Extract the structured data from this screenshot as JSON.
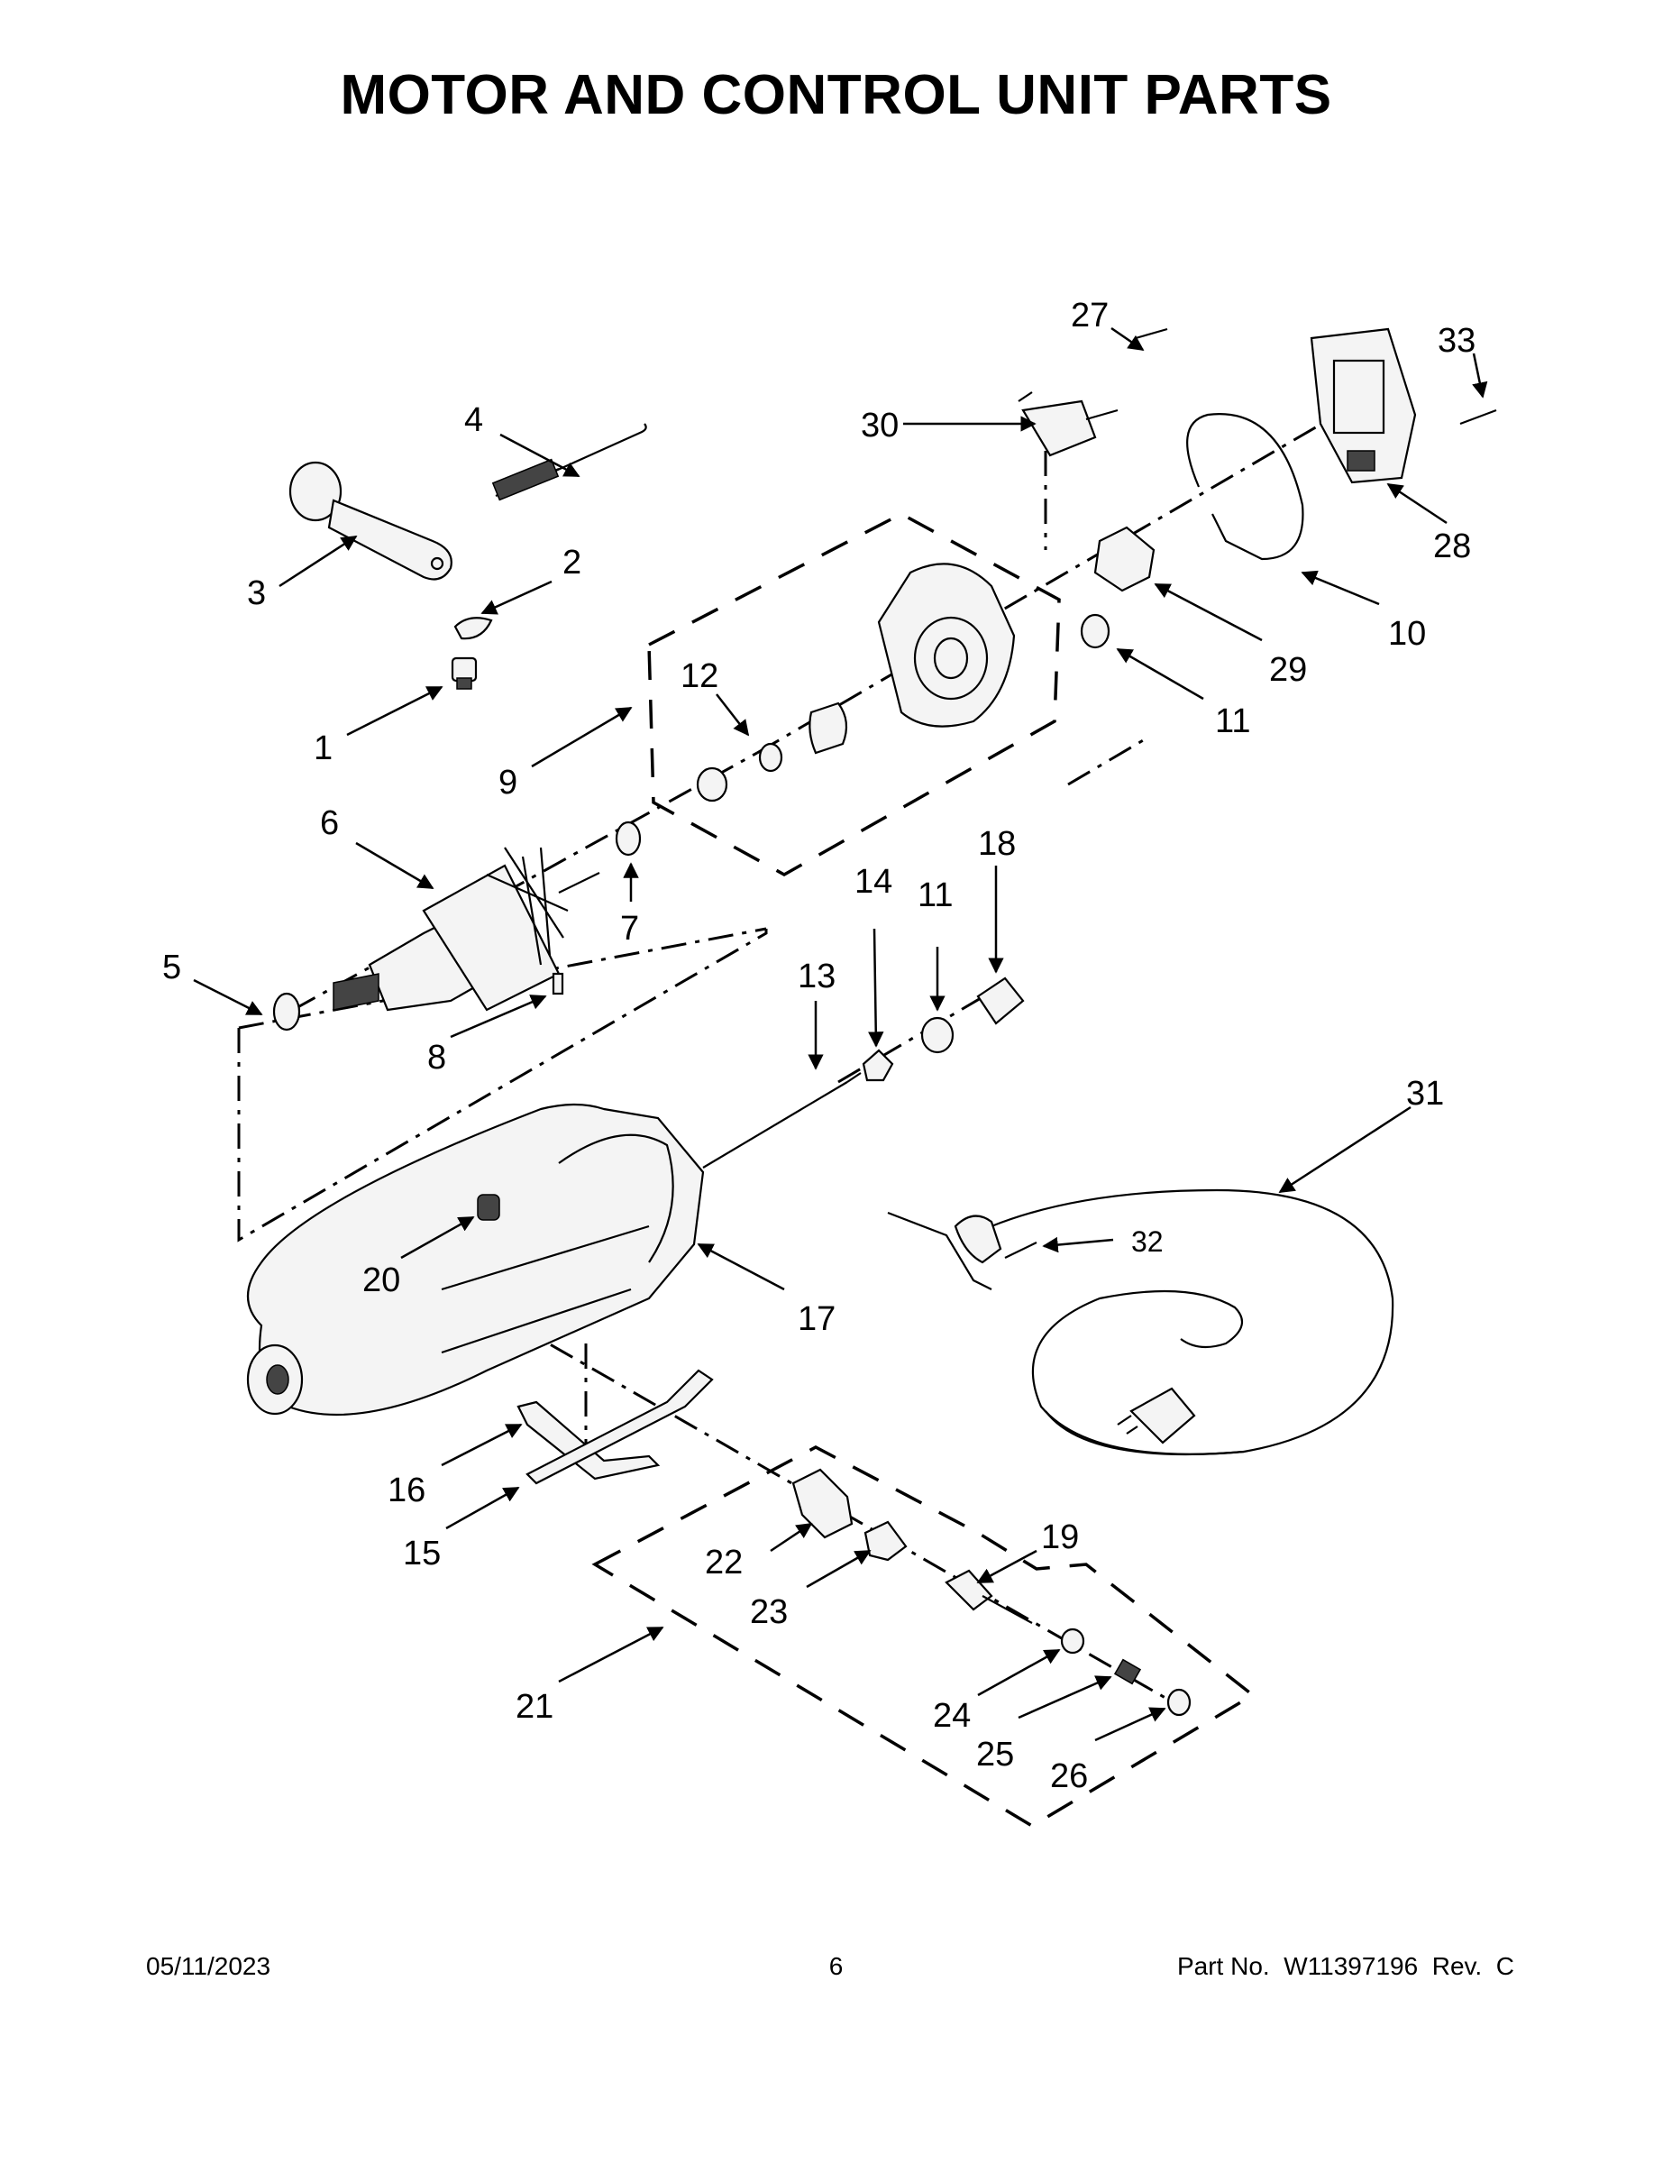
{
  "page": {
    "title": "MOTOR AND CONTROL UNIT PARTS",
    "footer": {
      "date": "05/11/2023",
      "page_number": "6",
      "part_number": "Part No.  W11397196  Rev.  C"
    }
  },
  "callouts": [
    "1",
    "2",
    "3",
    "4",
    "5",
    "6",
    "7",
    "8",
    "9",
    "10",
    "11",
    "11",
    "12",
    "13",
    "14",
    "15",
    "16",
    "17",
    "18",
    "19",
    "20",
    "21",
    "22",
    "23",
    "24",
    "25",
    "26",
    "27",
    "28",
    "29",
    "30",
    "31",
    "32",
    "33"
  ]
}
